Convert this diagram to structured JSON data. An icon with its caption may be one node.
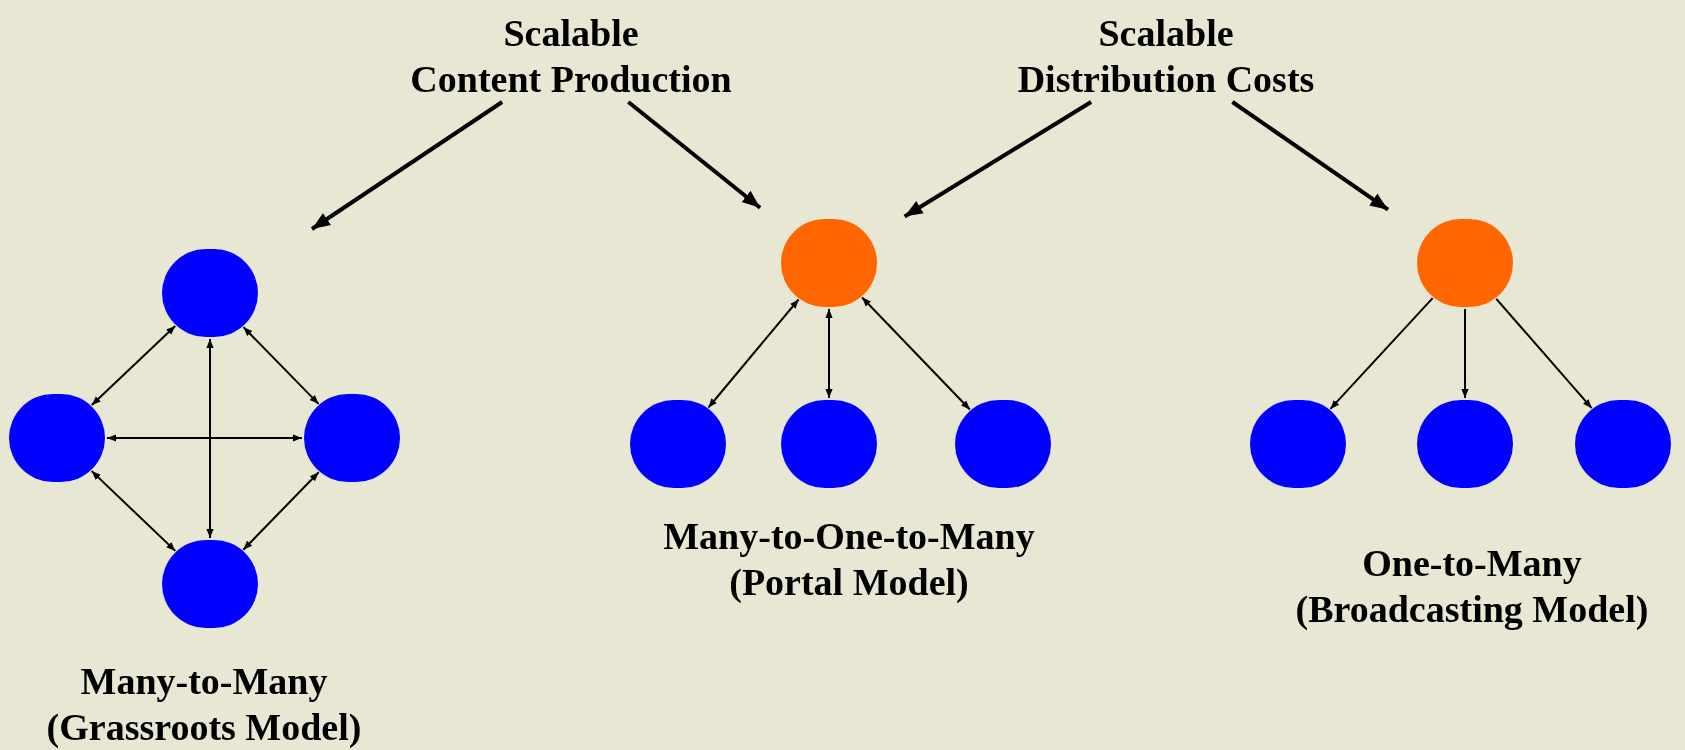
{
  "diagram": {
    "nodes": [
      {
        "text": [
          "Scalable",
          "Content Production"
        ]
      },
      {
        "text": [
          "Scalable",
          "Distribution Costs"
        ]
      },
      {
        "text": [],
        "shape": "circle"
      },
      {
        "text": [],
        "shape": "circle"
      },
      {
        "text": [],
        "shape": "circle"
      },
      {
        "text": [],
        "shape": "circle"
      },
      {
        "text": [],
        "shape": "circle"
      },
      {
        "text": [],
        "shape": "circle"
      },
      {
        "text": [],
        "shape": "circle"
      },
      {
        "text": [],
        "shape": "circle"
      },
      {
        "text": [],
        "shape": "circle"
      },
      {
        "text": [],
        "shape": "circle"
      },
      {
        "text": [],
        "shape": "circle"
      },
      {
        "text": [],
        "shape": "circle"
      }
    ],
    "edges": [
      {
        "from": 0,
        "to": null,
        "arrow": "to"
      },
      {
        "from": 0,
        "to": 6,
        "arrow": "to"
      },
      {
        "from": 1,
        "to": 6,
        "arrow": "to"
      },
      {
        "from": 1,
        "to": 10,
        "arrow": "to"
      },
      {
        "from": 2,
        "to": 3,
        "arrow": "both"
      },
      {
        "from": 2,
        "to": 4,
        "arrow": "both"
      },
      {
        "from": 3,
        "to": 4,
        "arrow": "both"
      },
      {
        "from": 2,
        "to": 5,
        "arrow": "both"
      },
      {
        "from": 3,
        "to": 5,
        "arrow": "both"
      },
      {
        "from": 4,
        "to": 5,
        "arrow": "both"
      },
      {
        "from": 6,
        "to": 7,
        "arrow": "both"
      },
      {
        "from": 6,
        "to": 8,
        "arrow": "both"
      },
      {
        "from": 6,
        "to": 9,
        "arrow": "both"
      },
      {
        "from": 10,
        "to": 11,
        "arrow": "to"
      },
      {
        "from": 10,
        "to": 12,
        "arrow": "to"
      },
      {
        "from": 10,
        "to": 13,
        "arrow": "to"
      }
    ],
    "labels": [
      "Many-to-Many (Grassroots Model)",
      "Many-to-One-to-Many (Portal Model)",
      "One-to-Many (Broadcasting Model)"
    ]
  }
}
